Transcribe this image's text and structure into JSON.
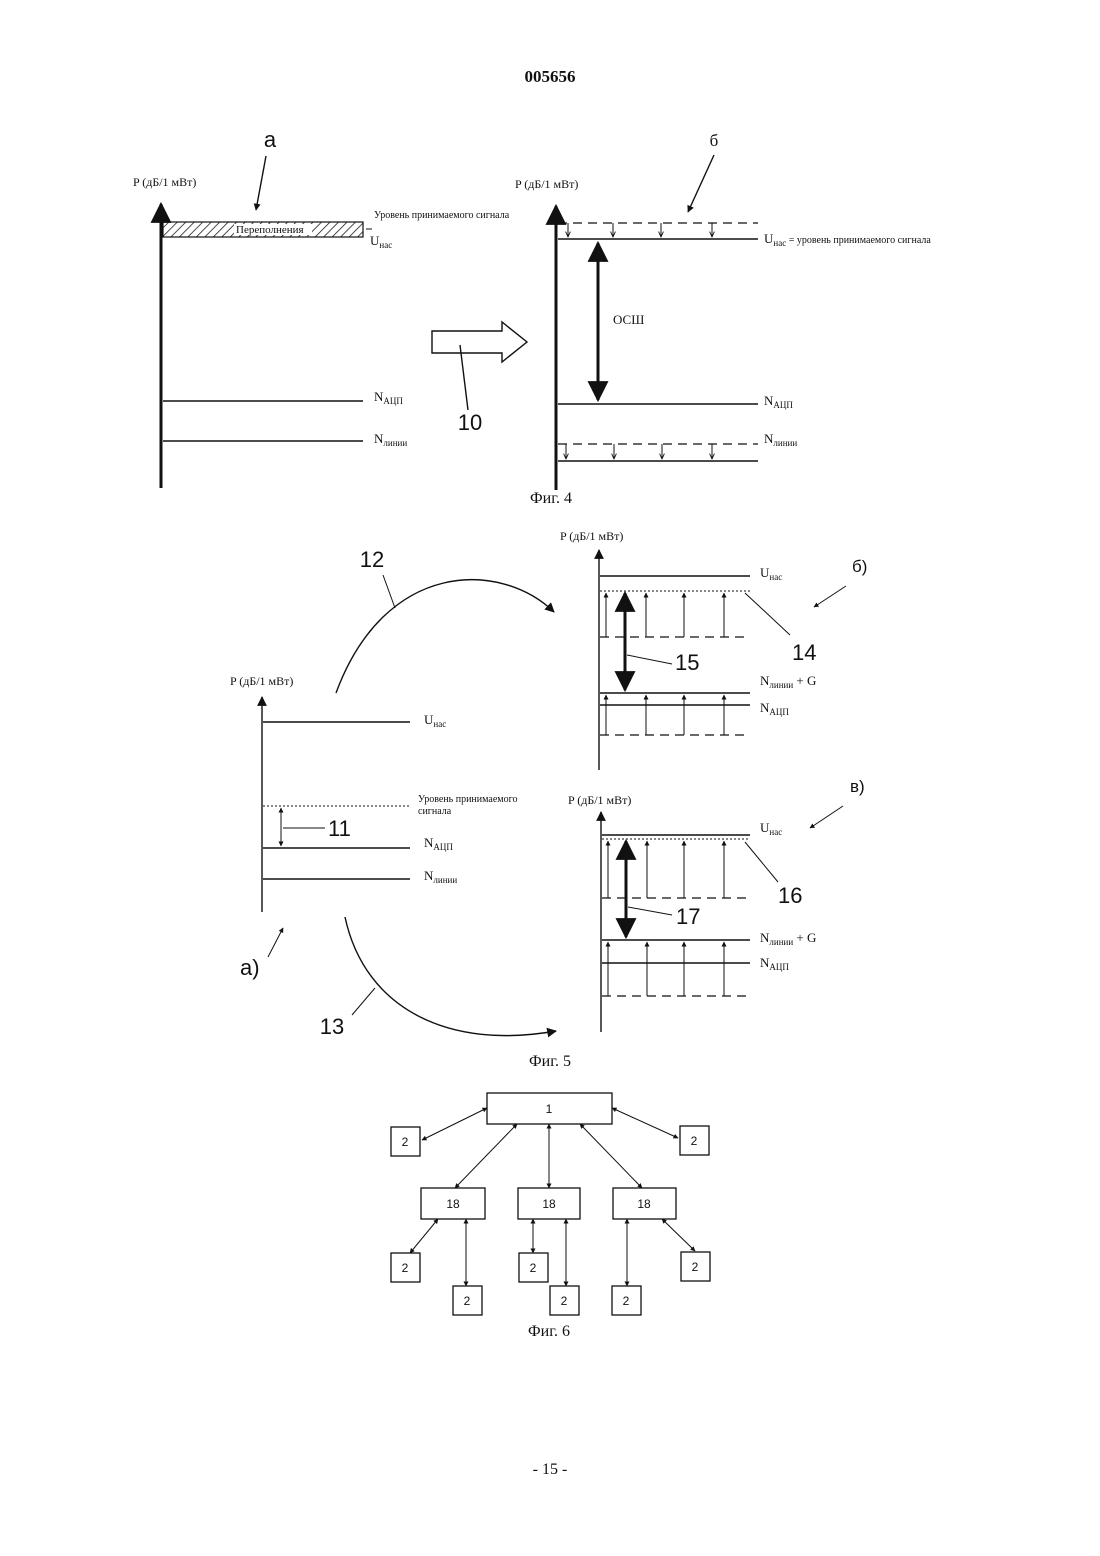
{
  "header": {
    "doc_number": "005656",
    "page_number": "- 15 -"
  },
  "fig4": {
    "caption": "Фиг. 4",
    "a": {
      "label": "а",
      "axis_label": "P (дБ/1 мВт)",
      "overflow_label": "Переполнения",
      "signal_level_label": "Уровень принимаемого сигнала",
      "u_sat": "U",
      "u_sat_sub": "нас",
      "n_adc": "N",
      "n_adc_sub": "АЦП",
      "n_line": "N",
      "n_line_sub": "линии"
    },
    "arrow_ref": "10",
    "b": {
      "label": "б",
      "axis_label": "P (дБ/1 мВт)",
      "u_sat": "U",
      "u_sat_sub": "нас",
      "u_sat_suffix": " = уровень принимаемого сигнала",
      "snr_label": "ОСШ",
      "n_adc": "N",
      "n_adc_sub": "АЦП",
      "n_line": "N",
      "n_line_sub": "линии"
    }
  },
  "fig5": {
    "caption": "Фиг. 5",
    "a": {
      "label": "а)",
      "axis_label": "P (дБ/1 мВт)",
      "u_sat": "U",
      "u_sat_sub": "нас",
      "signal_level_line1": "Уровень принимаемого",
      "signal_level_line2": "сигнала",
      "ref11": "11",
      "n_adc": "N",
      "n_adc_sub": "АЦП",
      "n_line": "N",
      "n_line_sub": "линии"
    },
    "ref12": "12",
    "ref13": "13",
    "b": {
      "label": "б)",
      "axis_label": "P (дБ/1 мВт)",
      "u_sat": "U",
      "u_sat_sub": "нас",
      "ref14": "14",
      "ref15": "15",
      "n_line_g": "N",
      "n_line_g_sub": "линии",
      "n_line_g_suffix": " + G",
      "n_adc": "N",
      "n_adc_sub": "АЦП"
    },
    "c": {
      "label": "в)",
      "axis_label": "P (дБ/1 мВт)",
      "u_sat": "U",
      "u_sat_sub": "нас",
      "ref16": "16",
      "ref17": "17",
      "n_line_g": "N",
      "n_line_g_sub": "линии",
      "n_line_g_suffix": " + G",
      "n_adc": "N",
      "n_adc_sub": "АЦП"
    }
  },
  "fig6": {
    "caption": "Фиг. 6",
    "center": "1",
    "hub": "18",
    "terminal": "2"
  }
}
